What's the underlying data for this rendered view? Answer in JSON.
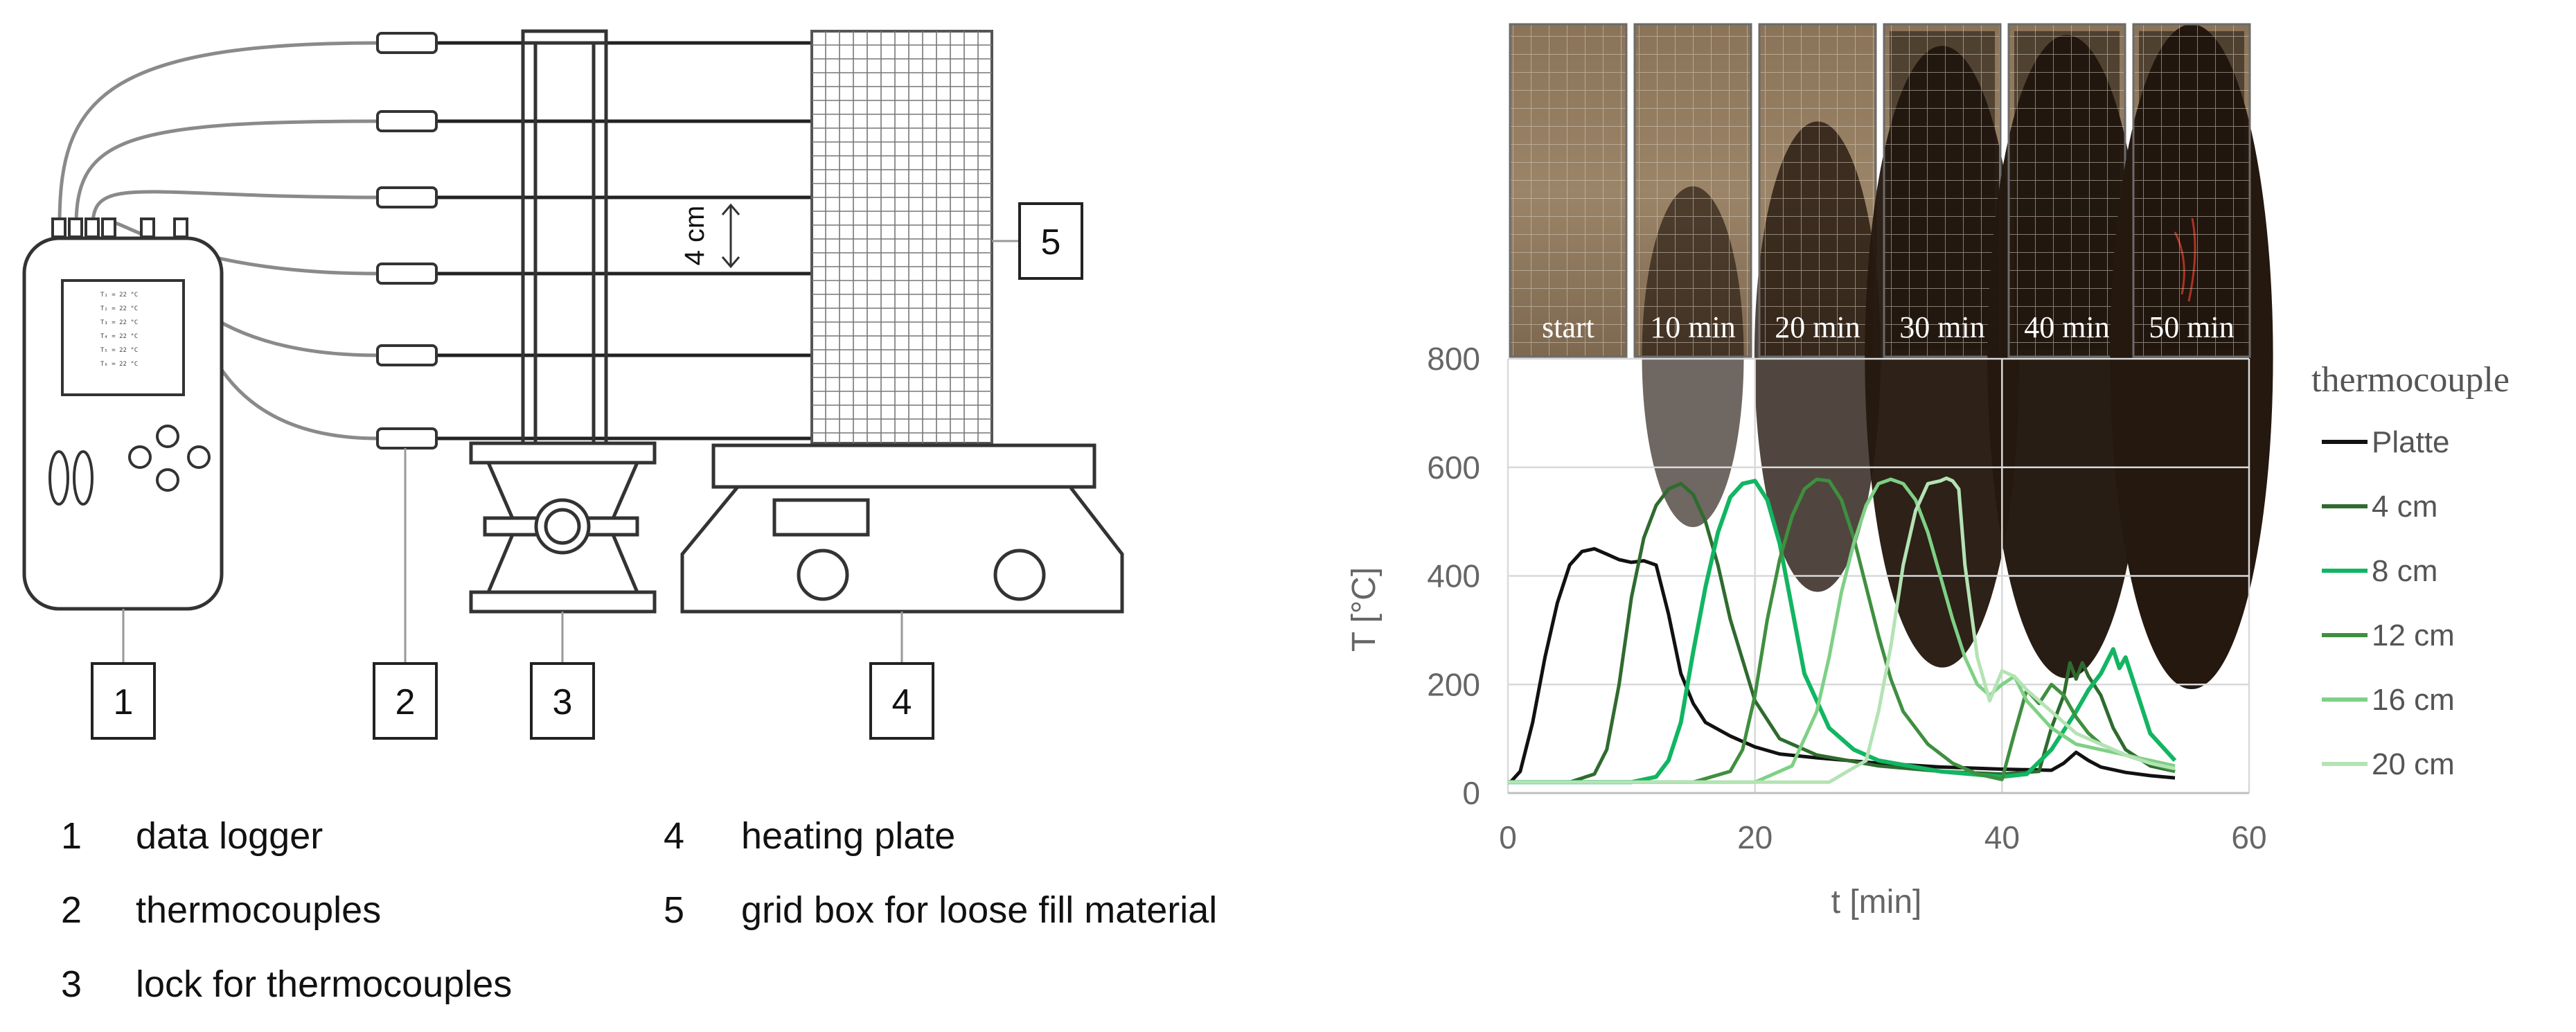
{
  "diagram": {
    "callouts": [
      "1",
      "2",
      "3",
      "4",
      "5"
    ],
    "dimension": "4 cm",
    "logger_screen": [
      "T₁ = 22 °C",
      "T₂ = 22 °C",
      "T₃ = 22 °C",
      "T₄ = 22 °C",
      "T₅ = 22 °C",
      "T₆ = 22 °C"
    ]
  },
  "legend_items": [
    {
      "num": "1",
      "text": "data logger"
    },
    {
      "num": "2",
      "text": "thermocouples"
    },
    {
      "num": "3",
      "text": "lock for thermocouples"
    },
    {
      "num": "4",
      "text": "heating plate"
    },
    {
      "num": "5",
      "text": "grid box for loose fill material"
    }
  ],
  "photos": {
    "labels": [
      "start",
      "10 min",
      "20 min",
      "30 min",
      "40 min",
      "50 min"
    ],
    "burn": [
      0.0,
      0.25,
      0.55,
      0.9,
      0.95,
      1.0
    ]
  },
  "chart_data": {
    "type": "line",
    "xlabel": "t [min]",
    "ylabel": "T [°C]",
    "xlim": [
      0,
      60
    ],
    "ylim": [
      0,
      800
    ],
    "xticks": [
      0,
      20,
      40,
      60
    ],
    "yticks": [
      0,
      200,
      400,
      600,
      800
    ],
    "grid": true,
    "legend_title": "thermocouple",
    "legend_position": "right",
    "series": [
      {
        "name": "Platte",
        "color": "#111111",
        "width": 5,
        "x": [
          0.2,
          1,
          2,
          3,
          4,
          5,
          6,
          7,
          8,
          9,
          10,
          11,
          12,
          13,
          14,
          15,
          16,
          18,
          20,
          22,
          25,
          30,
          35,
          40,
          44,
          45,
          46,
          47,
          48,
          50,
          52,
          54
        ],
        "y": [
          20,
          40,
          130,
          250,
          350,
          420,
          445,
          450,
          440,
          430,
          425,
          428,
          420,
          330,
          220,
          165,
          130,
          105,
          85,
          72,
          65,
          55,
          48,
          44,
          42,
          55,
          75,
          60,
          48,
          38,
          32,
          28
        ]
      },
      {
        "name": "4 cm",
        "color": "#2f6b2f",
        "width": 5,
        "x": [
          0,
          5,
          7,
          8,
          9,
          10,
          11,
          12,
          13,
          14,
          15,
          16,
          17,
          18,
          20,
          22,
          25,
          30,
          35,
          40,
          43,
          44,
          45,
          45.5,
          46,
          46.5,
          47,
          48,
          49,
          50,
          52,
          54
        ],
        "y": [
          20,
          20,
          35,
          80,
          200,
          360,
          470,
          530,
          560,
          570,
          550,
          500,
          420,
          320,
          170,
          100,
          70,
          50,
          40,
          35,
          40,
          120,
          180,
          240,
          210,
          240,
          215,
          180,
          120,
          80,
          50,
          40
        ]
      },
      {
        "name": "8 cm",
        "color": "#12b562",
        "width": 6,
        "x": [
          0,
          10,
          12,
          13,
          14,
          15,
          16,
          17,
          18,
          19,
          20,
          21,
          22,
          23,
          24,
          26,
          28,
          30,
          35,
          40,
          42,
          44,
          46,
          47,
          48,
          49,
          49.5,
          50,
          51,
          52,
          54
        ],
        "y": [
          20,
          20,
          30,
          60,
          130,
          260,
          380,
          480,
          545,
          570,
          575,
          540,
          460,
          340,
          220,
          120,
          80,
          60,
          40,
          30,
          35,
          80,
          150,
          190,
          220,
          265,
          230,
          250,
          180,
          110,
          60
        ]
      },
      {
        "name": "12 cm",
        "color": "#3f8f3f",
        "width": 5,
        "x": [
          0,
          15,
          18,
          19,
          20,
          21,
          22,
          23,
          24,
          25,
          26,
          27,
          28,
          29,
          30,
          31,
          32,
          34,
          36,
          38,
          40,
          41,
          42,
          43,
          44,
          45,
          46,
          47,
          48,
          50,
          54
        ],
        "y": [
          20,
          20,
          40,
          80,
          180,
          320,
          430,
          510,
          560,
          578,
          575,
          540,
          470,
          380,
          290,
          210,
          150,
          90,
          55,
          35,
          25,
          110,
          190,
          165,
          200,
          180,
          140,
          110,
          90,
          70,
          40
        ]
      },
      {
        "name": "16 cm",
        "color": "#7ed085",
        "width": 5,
        "x": [
          0,
          20,
          23,
          25,
          26,
          27,
          28,
          29,
          30,
          31,
          32,
          33,
          34,
          35,
          36,
          37,
          38,
          39,
          40,
          41,
          42,
          44,
          46,
          48,
          50,
          52,
          54
        ],
        "y": [
          20,
          20,
          50,
          150,
          250,
          370,
          460,
          530,
          570,
          578,
          570,
          540,
          480,
          400,
          320,
          250,
          200,
          180,
          200,
          215,
          170,
          120,
          90,
          80,
          70,
          60,
          50
        ]
      },
      {
        "name": "20 cm",
        "color": "#b4e3b4",
        "width": 5,
        "x": [
          0,
          26,
          29,
          30,
          31,
          32,
          33,
          34,
          35,
          35.5,
          36,
          36.5,
          37,
          38,
          39,
          40,
          41,
          42,
          44,
          46,
          48,
          50,
          52,
          54
        ],
        "y": [
          20,
          20,
          60,
          150,
          270,
          420,
          520,
          570,
          575,
          580,
          575,
          560,
          420,
          250,
          170,
          225,
          215,
          190,
          150,
          110,
          90,
          70,
          55,
          45
        ]
      }
    ]
  }
}
